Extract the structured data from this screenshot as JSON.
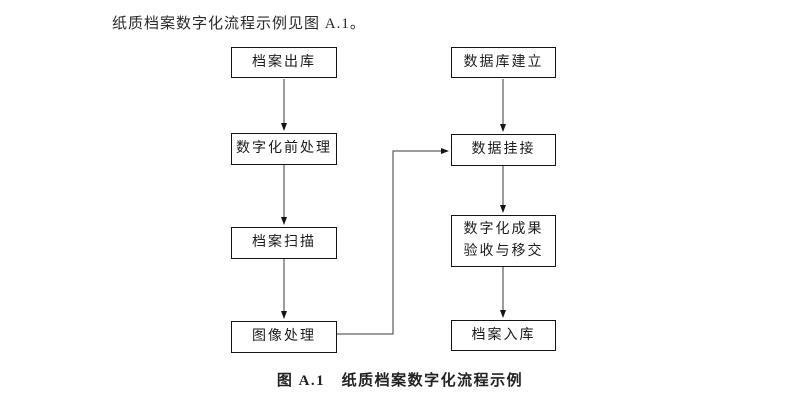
{
  "page": {
    "intro_text": "纸质档案数字化流程示例见图 A.1。",
    "caption": "图 A.1　纸质档案数字化流程示例"
  },
  "flowchart": {
    "left_column": [
      {
        "label": "档案出库"
      },
      {
        "label": "数字化前处理"
      },
      {
        "label": "档案扫描"
      },
      {
        "label": "图像处理"
      }
    ],
    "right_column": [
      {
        "label": "数据库建立"
      },
      {
        "label": "数据挂接"
      },
      {
        "label_line1": "数字化成果",
        "label_line2": "验收与移交"
      },
      {
        "label": "档案入库"
      }
    ],
    "line_color": "#3a3a3a",
    "border_color": "#141414",
    "background_color": "#ffffff"
  }
}
